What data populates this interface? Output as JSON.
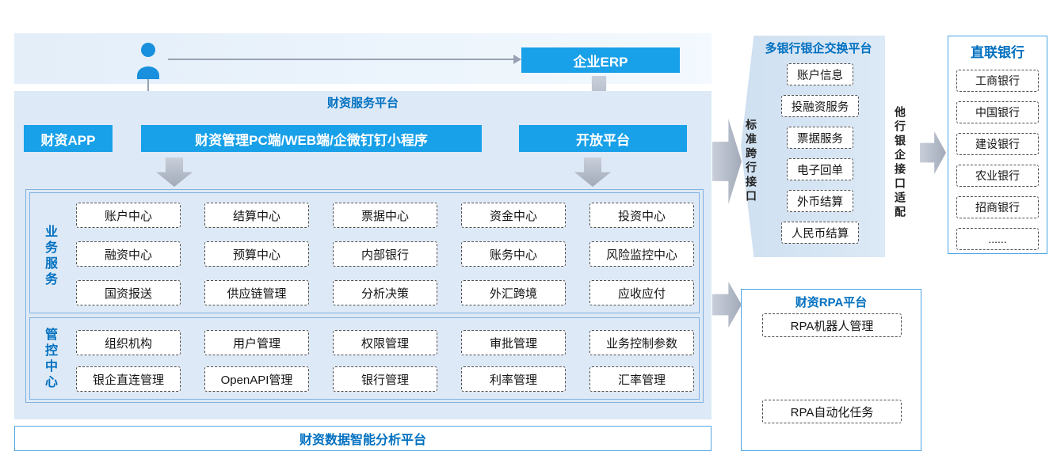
{
  "colors": {
    "accent_blue": "#18A0E9",
    "title_blue": "#0070C0",
    "platform_bg": "#DDE9F6",
    "arrow_gray": "#A2AAB9",
    "panel_border": "#49A5E6"
  },
  "icons": {
    "user": "user-icon",
    "down_arrow": "down-arrow-icon",
    "right_arrow": "right-arrow-icon"
  },
  "top": {
    "erp_label": "企业ERP"
  },
  "platform": {
    "title": "财资服务平台",
    "apps": [
      "财资APP",
      "财资管理PC端/WEB端/企微钉钉小程序",
      "开放平台"
    ],
    "business": {
      "label": "业务服务",
      "rows": [
        [
          "账户中心",
          "结算中心",
          "票据中心",
          "资金中心",
          "投资中心"
        ],
        [
          "融资中心",
          "预算中心",
          "内部银行",
          "账务中心",
          "风险监控中心"
        ],
        [
          "国资报送",
          "供应链管理",
          "分析决策",
          "外汇跨境",
          "应收应付"
        ]
      ]
    },
    "control": {
      "label": "管控中心",
      "rows": [
        [
          "组织机构",
          "用户管理",
          "权限管理",
          "审批管理",
          "业务控制参数"
        ],
        [
          "银企直连管理",
          "OpenAPI管理",
          "银行管理",
          "利率管理",
          "汇率管理"
        ]
      ]
    },
    "analysis_bar": "财资数据智能分析平台"
  },
  "exchange": {
    "title": "多银行银企交换平台",
    "left_label": "标准跨行接口",
    "right_label": "他行银企接口适配",
    "items": [
      "账户信息",
      "投融资服务",
      "票据服务",
      "电子回单",
      "外币结算",
      "人民币结算"
    ]
  },
  "banks": {
    "title": "直联银行",
    "items": [
      "工商银行",
      "中国银行",
      "建设银行",
      "农业银行",
      "招商银行",
      "......"
    ]
  },
  "rpa": {
    "title": "财资RPA平台",
    "items": [
      "RPA机器人管理",
      "RPA自动化任务"
    ]
  }
}
